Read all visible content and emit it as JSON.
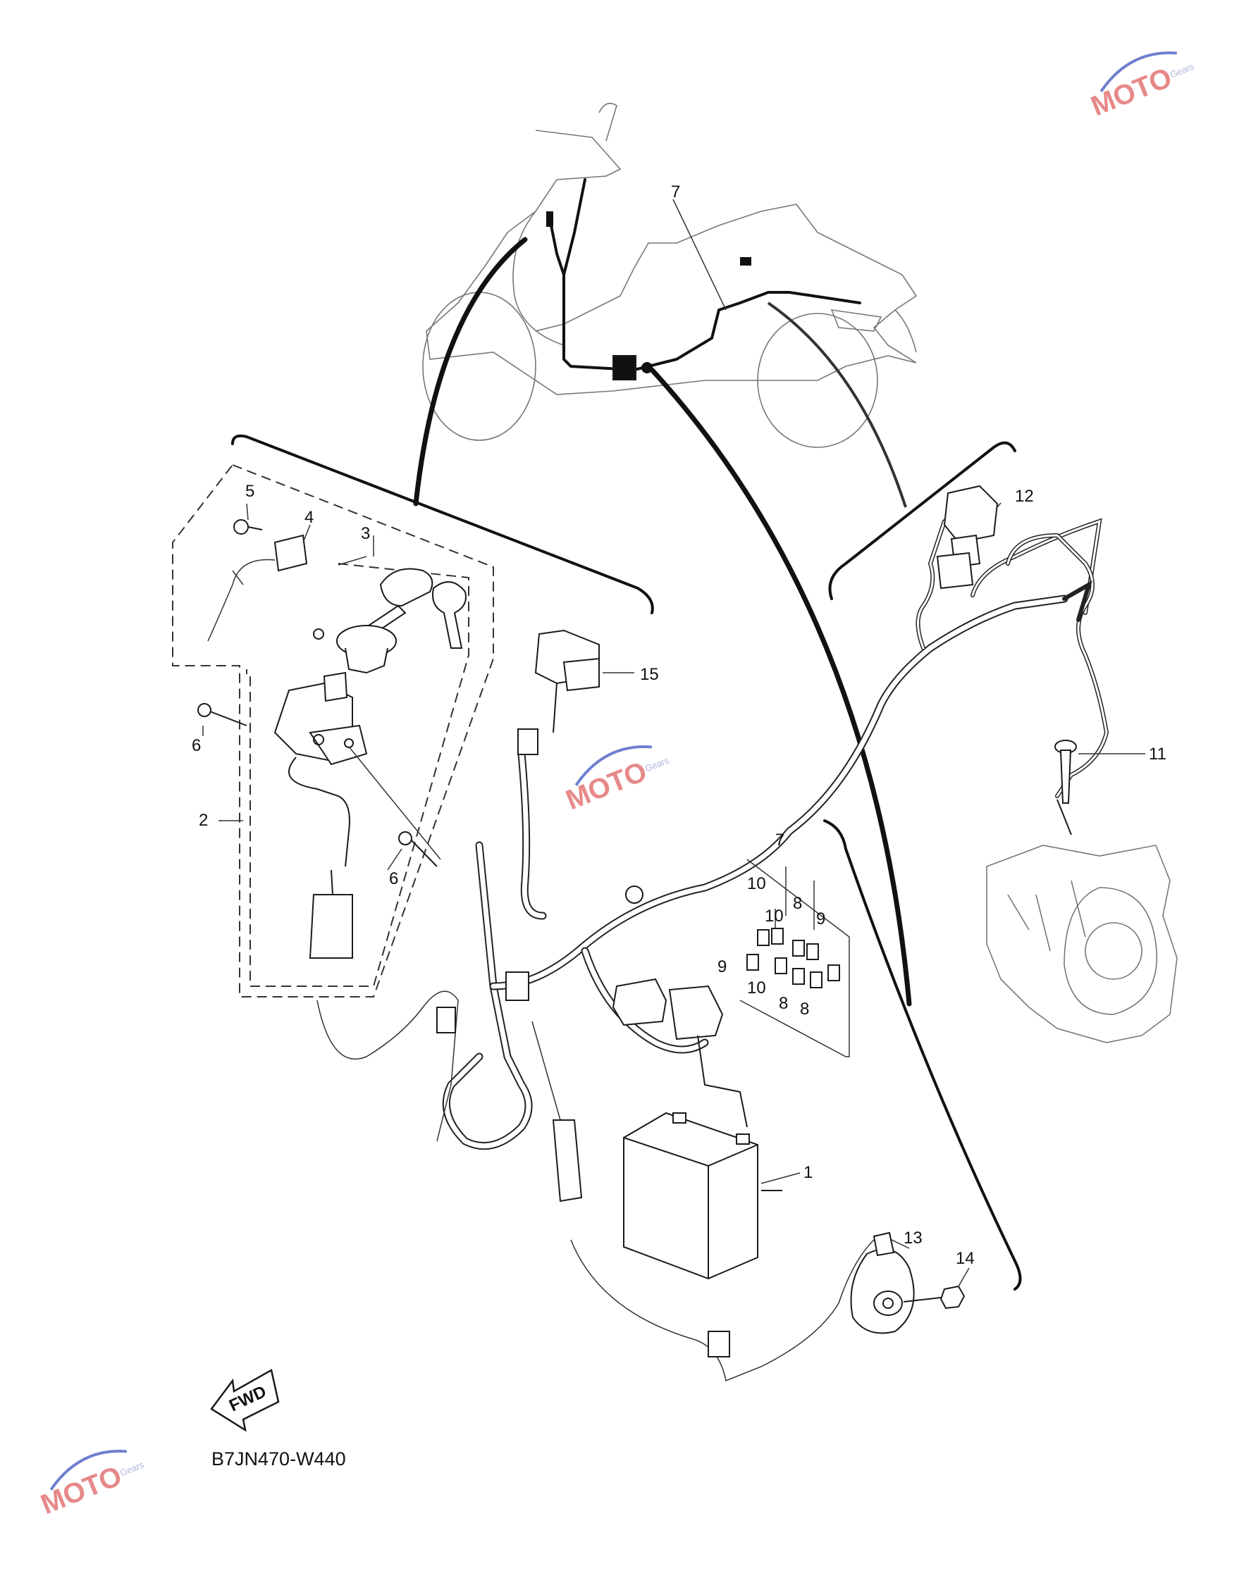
{
  "diagram_code": "B7JN470-W440",
  "fwd_label": "FWD",
  "watermark": {
    "text": "MOTO",
    "sub": "Gears",
    "color": "#d22a2a"
  },
  "callouts": {
    "battery": "1",
    "main_switch_assy": "2",
    "key_set": "3",
    "lock_plate": "4",
    "screw_5": "5",
    "screw_6_upper": "6",
    "screw_6_lower": "6",
    "wire_harness_top": "7",
    "fuse_group": "7",
    "fuse_8_a": "8",
    "fuse_8_b": "8",
    "fuse_8_c": "8",
    "fuse_9_a": "9",
    "fuse_9_b": "9",
    "fuse_10_a": "10",
    "fuse_10_b": "10",
    "fuse_10_c": "10",
    "bolt_11": "11",
    "coupler_12": "12",
    "horn_13": "13",
    "nut_14": "14",
    "relay_15": "15"
  }
}
